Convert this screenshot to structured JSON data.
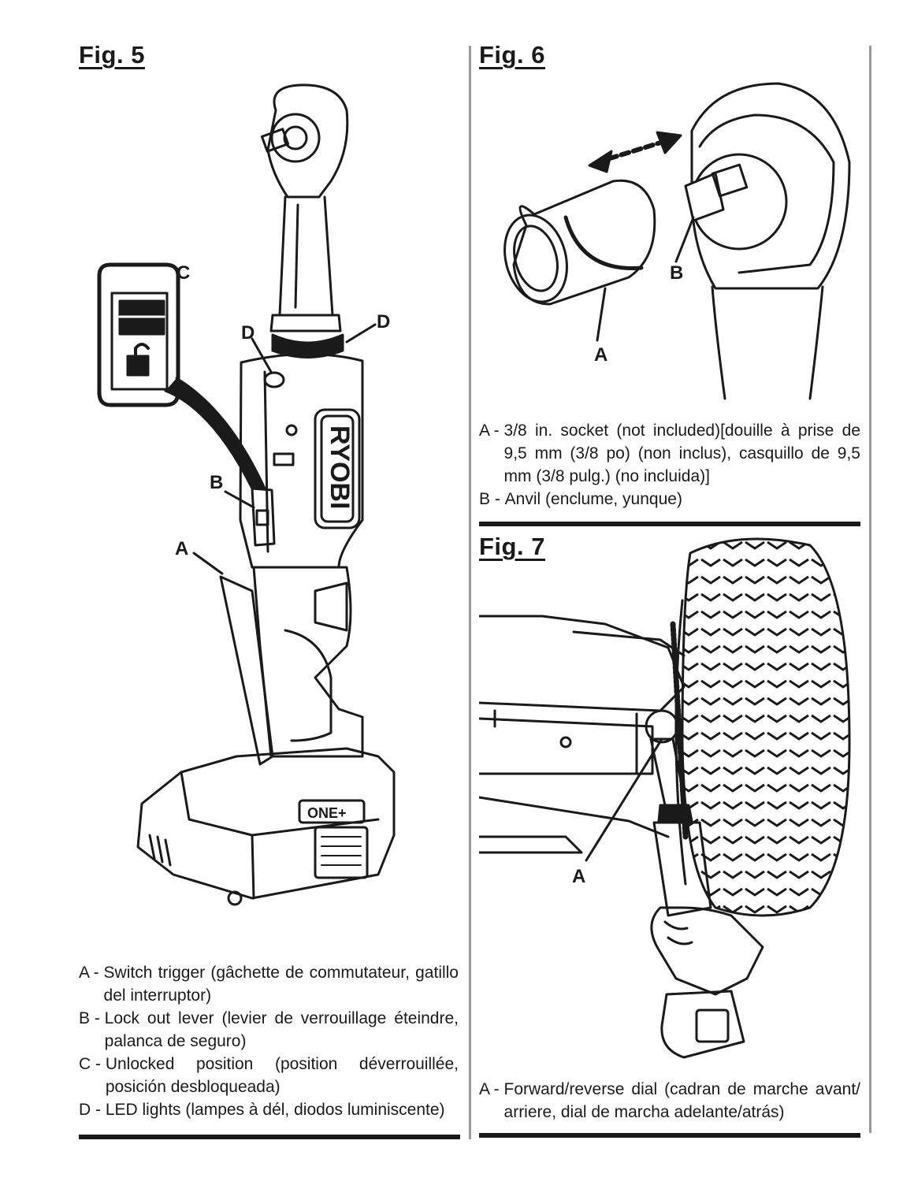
{
  "fig5": {
    "title": "Fig. 5",
    "callouts": {
      "a": "A",
      "b": "B",
      "c": "C",
      "d1": "D",
      "d2": "D"
    },
    "brand": "RYOBI",
    "battery_mark": "ONE+",
    "legend": [
      {
        "key": "A - ",
        "text": "Switch trigger (gâchette de commutateur, gatillo del interruptor)"
      },
      {
        "key": "B - ",
        "text": "Lock out lever (levier de verrouillage éteindre, palanca de seguro)"
      },
      {
        "key": "C - ",
        "text": "Unlocked position (position déverrouillée, posición desbloqueada)"
      },
      {
        "key": "D - ",
        "text": "LED lights (lampes à dél, diodos luminiscente)"
      }
    ]
  },
  "fig6": {
    "title": "Fig. 6",
    "callouts": {
      "a": "A",
      "b": "B"
    },
    "legend": [
      {
        "key": "A - ",
        "text": "3/8 in. socket (not included)[douille à prise de 9,5 mm (3/8 po) (non inclus), casquillo de 9,5 mm (3/8 pulg.) (no incluida)]"
      },
      {
        "key": "B - ",
        "text": "Anvil (enclume, yunque)"
      }
    ]
  },
  "fig7": {
    "title": "Fig. 7",
    "callouts": {
      "a": "A"
    },
    "legend": [
      {
        "key": "A - ",
        "text": "Forward/reverse dial (cadran de marche avant/ arriere, dial de marcha adelante/atrás)"
      }
    ]
  }
}
